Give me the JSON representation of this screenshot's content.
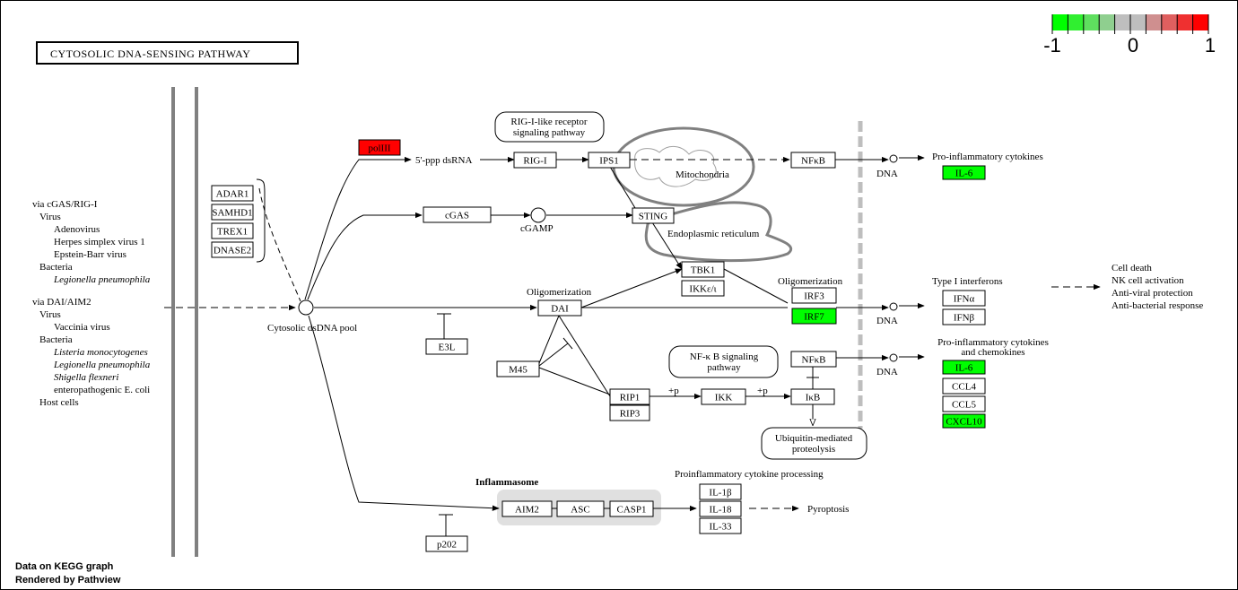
{
  "title": "CYTOSOLIC DNA-SENSING PATHWAY",
  "legend": {
    "labels": [
      "-1",
      "0",
      "1"
    ],
    "colors": [
      "#00ff00",
      "#30ef30",
      "#5fdf5f",
      "#8fcf8f",
      "#bebebe",
      "#bebebe",
      "#cf8f8f",
      "#df5f5f",
      "#ef3030",
      "#ff0000"
    ]
  },
  "colors": {
    "up": "#ff0000",
    "down": "#00ff00",
    "none": "#ffffff"
  },
  "pathogens": {
    "group1_title": "via cGAS/RIG-I",
    "group1": [
      {
        "text": "Virus",
        "indent": 1,
        "italic": false
      },
      {
        "text": "Adenovirus",
        "indent": 2,
        "italic": false
      },
      {
        "text": "Herpes simplex virus 1",
        "indent": 2,
        "italic": false
      },
      {
        "text": "Epstein-Barr virus",
        "indent": 2,
        "italic": false
      },
      {
        "text": "Bacteria",
        "indent": 1,
        "italic": false
      },
      {
        "text": "Legionella pneumophila",
        "indent": 2,
        "italic": true
      }
    ],
    "group2_title": "via DAI/AIM2",
    "group2": [
      {
        "text": "Virus",
        "indent": 1,
        "italic": false
      },
      {
        "text": "Vaccinia virus",
        "indent": 2,
        "italic": false
      },
      {
        "text": "Bacteria",
        "indent": 1,
        "italic": false
      },
      {
        "text": "Listeria monocytogenes",
        "indent": 2,
        "italic": true
      },
      {
        "text": "Legionella pneumophila",
        "indent": 2,
        "italic": true
      },
      {
        "text": "Shigella flexneri",
        "indent": 2,
        "italic": true
      },
      {
        "text": "enteropathogenic E. coli",
        "indent": 2,
        "italic": false
      },
      {
        "text": "Host cells",
        "indent": 1,
        "italic": false
      }
    ]
  },
  "genes": {
    "ADAR1": {
      "label": "ADAR1",
      "state": "none"
    },
    "SAMHD1": {
      "label": "SAMHD1",
      "state": "none"
    },
    "TREX1": {
      "label": "TREX1",
      "state": "none"
    },
    "DNASE2": {
      "label": "DNASE2",
      "state": "none"
    },
    "polIII": {
      "label": "polIII",
      "state": "up"
    },
    "RIGI": {
      "label": "RIG-I",
      "state": "none"
    },
    "IPS1": {
      "label": "IPS1",
      "state": "none"
    },
    "cGAS": {
      "label": "cGAS",
      "state": "none"
    },
    "STING": {
      "label": "STING",
      "state": "none"
    },
    "NFkB1": {
      "label": "NFκB",
      "state": "none"
    },
    "IL6a": {
      "label": "IL-6",
      "state": "down"
    },
    "TBK1": {
      "label": "TBK1",
      "state": "none"
    },
    "IKKe": {
      "label": "IKKε/ι",
      "state": "none"
    },
    "IRF3": {
      "label": "IRF3",
      "state": "none"
    },
    "IRF7": {
      "label": "IRF7",
      "state": "down"
    },
    "IFNa": {
      "label": "IFNα",
      "state": "none"
    },
    "IFNb": {
      "label": "IFNβ",
      "state": "none"
    },
    "DAI": {
      "label": "DAI",
      "state": "none"
    },
    "E3L": {
      "label": "E3L",
      "state": "none"
    },
    "M45": {
      "label": "M45",
      "state": "none"
    },
    "RIP1": {
      "label": "RIP1",
      "state": "none"
    },
    "RIP3": {
      "label": "RIP3",
      "state": "none"
    },
    "IKK": {
      "label": "IKK",
      "state": "none"
    },
    "NFkB2": {
      "label": "NFκB",
      "state": "none"
    },
    "IkB": {
      "label": "IκB",
      "state": "none"
    },
    "IL6b": {
      "label": "IL-6",
      "state": "down"
    },
    "CCL4": {
      "label": "CCL4",
      "state": "none"
    },
    "CCL5": {
      "label": "CCL5",
      "state": "none"
    },
    "CXCL10": {
      "label": "CXCL10",
      "state": "down"
    },
    "AIM2": {
      "label": "AIM2",
      "state": "none"
    },
    "ASC": {
      "label": "ASC",
      "state": "none"
    },
    "CASP1": {
      "label": "CASP1",
      "state": "none"
    },
    "p202": {
      "label": "p202",
      "state": "none"
    },
    "IL1b": {
      "label": "IL-1β",
      "state": "none"
    },
    "IL18": {
      "label": "IL-18",
      "state": "none"
    },
    "IL33": {
      "label": "IL-33",
      "state": "none"
    }
  },
  "labels": {
    "dsrna": "5'-ppp dsRNA",
    "cgamp": "cGAMP",
    "mito": "Mitochondria",
    "er": "Endoplasmic reticulum",
    "pool": "Cytosolic dsDNA pool",
    "dna1": "DNA",
    "dna2": "DNA",
    "dna3": "DNA",
    "oligo1": "Oligomerization",
    "oligo2": "Oligomerization",
    "procyto1": "Pro-inflammatory cytokines",
    "type1ifn": "Type I interferons",
    "procyto2a": "Pro-inflammatory cytokines",
    "procyto2b": "and chemokines",
    "p1": "+p",
    "p2": "+p",
    "inflammasome": "Inflammasome",
    "processing": "Proinflammatory cytokine processing",
    "pyroptosis": "Pyroptosis",
    "outcomes": [
      "Cell death",
      "NK cell activation",
      "Anti-viral protection",
      "Anti-bacterial response"
    ]
  },
  "pathways": {
    "rig": [
      "RIG-I-like receptor",
      "signaling pathway"
    ],
    "nfkb": [
      "NF-κ B signaling",
      "pathway"
    ],
    "ubq": [
      "Ubiquitin-mediated",
      "proteolysis"
    ]
  },
  "footer": [
    "Data on KEGG graph",
    "Rendered by Pathview"
  ]
}
